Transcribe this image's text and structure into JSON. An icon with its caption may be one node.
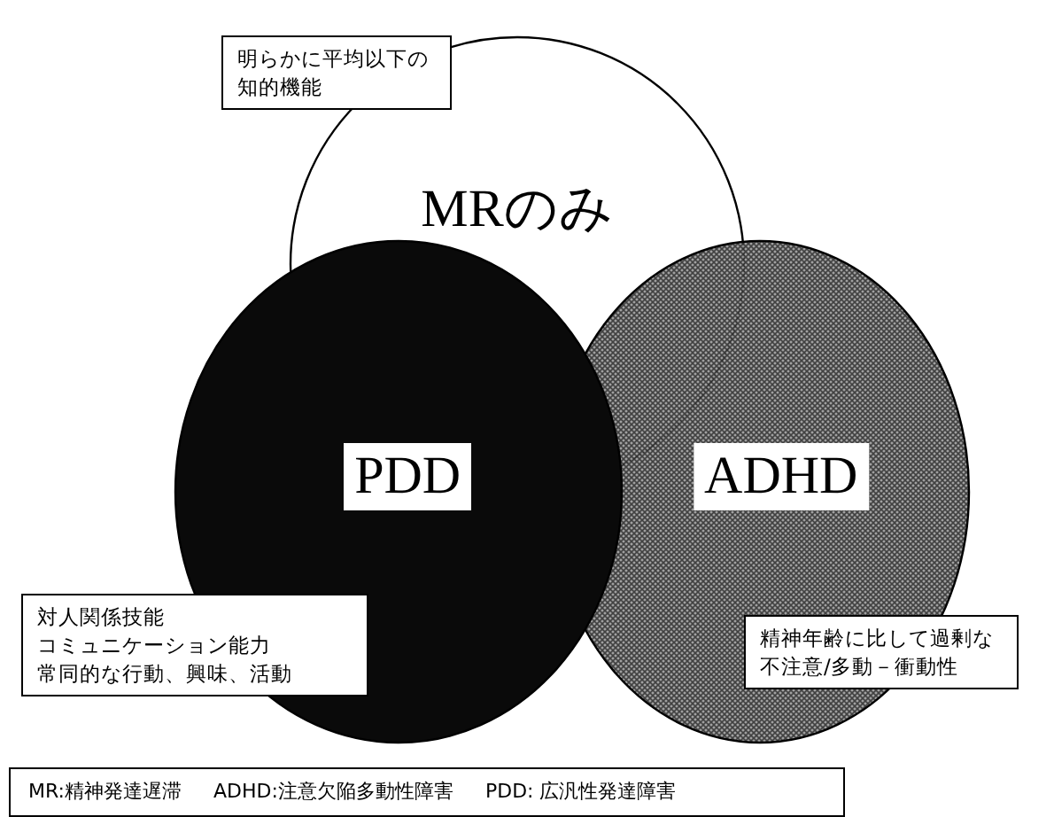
{
  "diagram": {
    "nodes": [
      {
        "text": [
          "明らかに平均以下の知的機能"
        ]
      },
      {
        "text": [
          "MRのみ"
        ]
      },
      {
        "text": [
          "PDD"
        ]
      },
      {
        "text": [
          "ADHD"
        ]
      },
      {
        "text": [
          "対人関係技能",
          "コミュニケーション能力",
          "常同的な行動、興味、活動"
        ]
      },
      {
        "text": [
          "精神年齢に比して過剰な不注意/多動－衝動性"
        ]
      },
      {
        "text": [
          "MR:精神発達遅滞",
          "ADHD:注意欠陥多動性障害",
          "PDD: 広汎性発達障害"
        ]
      }
    ]
  }
}
